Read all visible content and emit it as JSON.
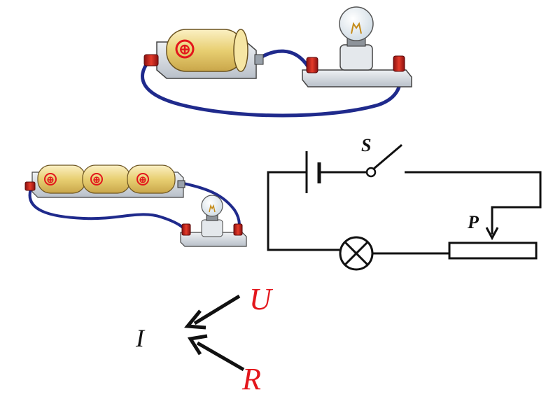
{
  "colors": {
    "wire": "#1f2a8c",
    "battery": "#e9d27a",
    "terminal": "#c8281e",
    "base": "#cfd5dc",
    "ink": "#111111",
    "accent_red": "#e3161c"
  },
  "battery_symbols": [
    "⊕",
    "⊕",
    "⊕",
    "⊕"
  ],
  "circuit": {
    "switch_label": "S",
    "slider_label": "P"
  },
  "relation": {
    "current_symbol": "I",
    "voltage_symbol": "U",
    "resistance_symbol": "R"
  }
}
